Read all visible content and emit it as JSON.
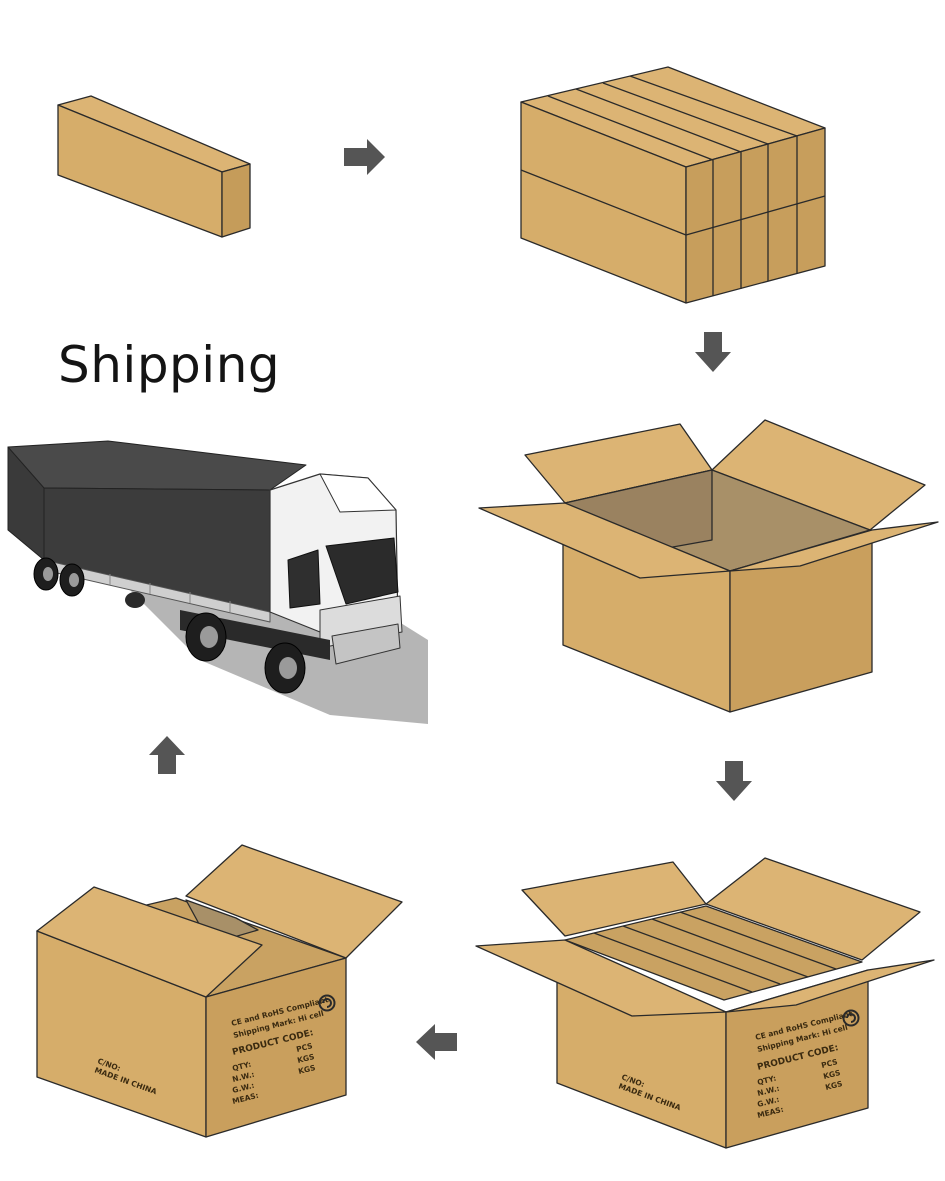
{
  "title": "Shipping",
  "colors": {
    "cardboard": "#d6ad6a",
    "cardboard_inner": "#a89068",
    "outline": "#2a2a2a",
    "arrow": "#555555",
    "truck_cover": "#3c3c3c",
    "truck_cab": "#f2f2f2"
  },
  "steps": [
    {
      "id": "single-package",
      "icon": "single-box-icon"
    },
    {
      "id": "bundle-of-packages",
      "icon": "bundle-icon"
    },
    {
      "id": "empty-carton",
      "icon": "open-carton-icon"
    },
    {
      "id": "filled-carton",
      "icon": "filled-carton-icon"
    },
    {
      "id": "sealed-carton",
      "icon": "sealed-carton-icon"
    },
    {
      "id": "truck",
      "icon": "truck-icon"
    }
  ],
  "carton_label": {
    "line1": "CE and RoHS Compliant",
    "line2": "Shipping Mark: Hi cell",
    "product_code": "PRODUCT CODE:",
    "qty": "QTY:",
    "nw": "N.W.:",
    "gw": "G.W.:",
    "meas": "MEAS:",
    "pcs": "PCS",
    "kgs1": "KGS",
    "kgs2": "KGS",
    "cno": "C/NO:",
    "made_in": "MADE IN CHINA"
  }
}
